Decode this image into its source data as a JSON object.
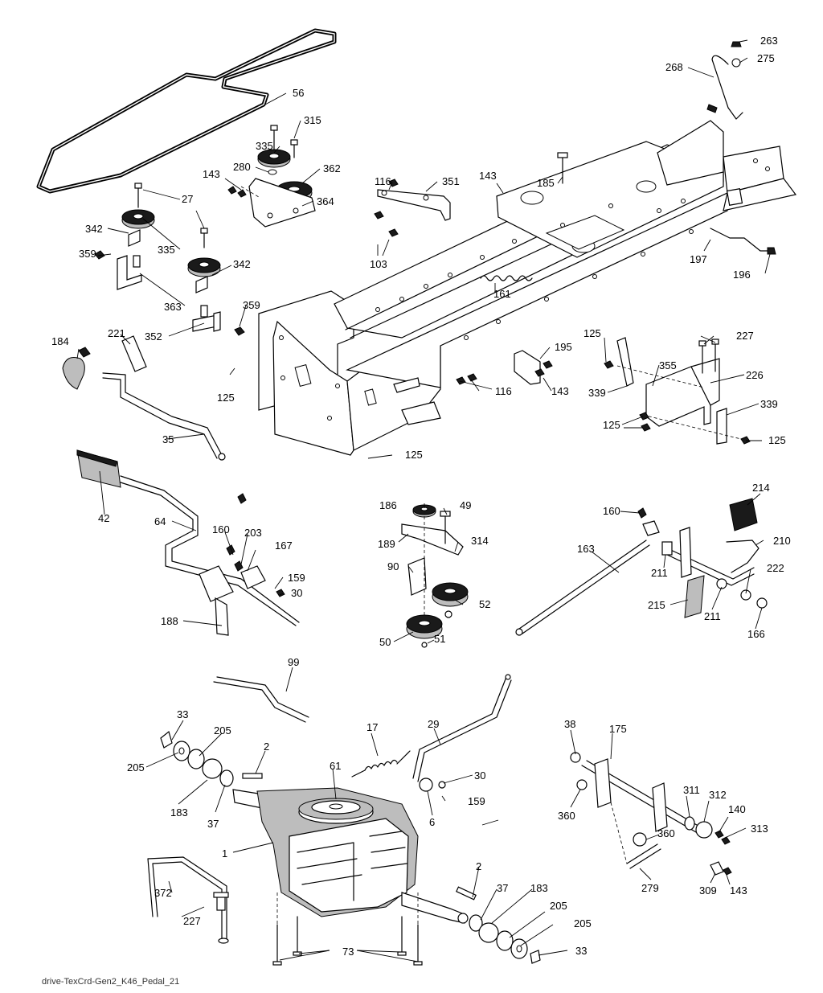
{
  "caption": "drive-TexCrd-Gen2_K46_Pedal_21",
  "labels": [
    {
      "id": "l263",
      "text": "263"
    },
    {
      "id": "l275",
      "text": "275"
    },
    {
      "id": "l268",
      "text": "268"
    },
    {
      "id": "l56",
      "text": "56"
    },
    {
      "id": "l315",
      "text": "315"
    },
    {
      "id": "l335a",
      "text": "335"
    },
    {
      "id": "l280",
      "text": "280"
    },
    {
      "id": "l362",
      "text": "362"
    },
    {
      "id": "l143a",
      "text": "143"
    },
    {
      "id": "l364",
      "text": "364"
    },
    {
      "id": "l27",
      "text": "27"
    },
    {
      "id": "l116a",
      "text": "116"
    },
    {
      "id": "l351",
      "text": "351"
    },
    {
      "id": "l143b",
      "text": "143"
    },
    {
      "id": "l185",
      "text": "185"
    },
    {
      "id": "l342a",
      "text": "342"
    },
    {
      "id": "l335b",
      "text": "335"
    },
    {
      "id": "l359a",
      "text": "359"
    },
    {
      "id": "l342b",
      "text": "342"
    },
    {
      "id": "l103",
      "text": "103"
    },
    {
      "id": "l197",
      "text": "197"
    },
    {
      "id": "l196",
      "text": "196"
    },
    {
      "id": "l363",
      "text": "363"
    },
    {
      "id": "l161",
      "text": "161"
    },
    {
      "id": "l359b",
      "text": "359"
    },
    {
      "id": "l352",
      "text": "352"
    },
    {
      "id": "l184",
      "text": "184"
    },
    {
      "id": "l221",
      "text": "221"
    },
    {
      "id": "l125a",
      "text": "125"
    },
    {
      "id": "l195",
      "text": "195"
    },
    {
      "id": "l227a",
      "text": "227"
    },
    {
      "id": "l125b",
      "text": "125"
    },
    {
      "id": "l116b",
      "text": "116"
    },
    {
      "id": "l143c",
      "text": "143"
    },
    {
      "id": "l355",
      "text": "355"
    },
    {
      "id": "l226",
      "text": "226"
    },
    {
      "id": "l339a",
      "text": "339"
    },
    {
      "id": "l339b",
      "text": "339"
    },
    {
      "id": "l35",
      "text": "35"
    },
    {
      "id": "l125c",
      "text": "125"
    },
    {
      "id": "l125d",
      "text": "125"
    },
    {
      "id": "l125e",
      "text": "125"
    },
    {
      "id": "l42",
      "text": "42"
    },
    {
      "id": "l214",
      "text": "214"
    },
    {
      "id": "l186",
      "text": "186"
    },
    {
      "id": "l49",
      "text": "49"
    },
    {
      "id": "l160a",
      "text": "160"
    },
    {
      "id": "l64",
      "text": "64"
    },
    {
      "id": "l210",
      "text": "210"
    },
    {
      "id": "l189",
      "text": "189"
    },
    {
      "id": "l314",
      "text": "314"
    },
    {
      "id": "l160b",
      "text": "160"
    },
    {
      "id": "l203",
      "text": "203"
    },
    {
      "id": "l167",
      "text": "167"
    },
    {
      "id": "l163",
      "text": "163"
    },
    {
      "id": "l90",
      "text": "90"
    },
    {
      "id": "l211a",
      "text": "211"
    },
    {
      "id": "l222",
      "text": "222"
    },
    {
      "id": "l159a",
      "text": "159"
    },
    {
      "id": "l30a",
      "text": "30"
    },
    {
      "id": "l52",
      "text": "52"
    },
    {
      "id": "l215",
      "text": "215"
    },
    {
      "id": "l211b",
      "text": "211"
    },
    {
      "id": "l188",
      "text": "188"
    },
    {
      "id": "l51",
      "text": "51"
    },
    {
      "id": "l50",
      "text": "50"
    },
    {
      "id": "l166",
      "text": "166"
    },
    {
      "id": "l99",
      "text": "99"
    },
    {
      "id": "l33a",
      "text": "33"
    },
    {
      "id": "l205a",
      "text": "205"
    },
    {
      "id": "l17",
      "text": "17"
    },
    {
      "id": "l29",
      "text": "29"
    },
    {
      "id": "l38",
      "text": "38"
    },
    {
      "id": "l175",
      "text": "175"
    },
    {
      "id": "l2a",
      "text": "2"
    },
    {
      "id": "l205b",
      "text": "205"
    },
    {
      "id": "l61",
      "text": "61"
    },
    {
      "id": "l30b",
      "text": "30"
    },
    {
      "id": "l159b",
      "text": "159"
    },
    {
      "id": "l183a",
      "text": "183"
    },
    {
      "id": "l37a",
      "text": "37"
    },
    {
      "id": "l6",
      "text": "6"
    },
    {
      "id": "l311",
      "text": "311"
    },
    {
      "id": "l312",
      "text": "312"
    },
    {
      "id": "l140",
      "text": "140"
    },
    {
      "id": "l360a",
      "text": "360"
    },
    {
      "id": "l313",
      "text": "313"
    },
    {
      "id": "l1",
      "text": "1"
    },
    {
      "id": "l360b",
      "text": "360"
    },
    {
      "id": "l2b",
      "text": "2"
    },
    {
      "id": "l37b",
      "text": "37"
    },
    {
      "id": "l183b",
      "text": "183"
    },
    {
      "id": "l279",
      "text": "279"
    },
    {
      "id": "l309",
      "text": "309"
    },
    {
      "id": "l143d",
      "text": "143"
    },
    {
      "id": "l372",
      "text": "372"
    },
    {
      "id": "l205c",
      "text": "205"
    },
    {
      "id": "l227b",
      "text": "227"
    },
    {
      "id": "l205d",
      "text": "205"
    },
    {
      "id": "l73",
      "text": "73"
    },
    {
      "id": "l33b",
      "text": "33"
    }
  ]
}
